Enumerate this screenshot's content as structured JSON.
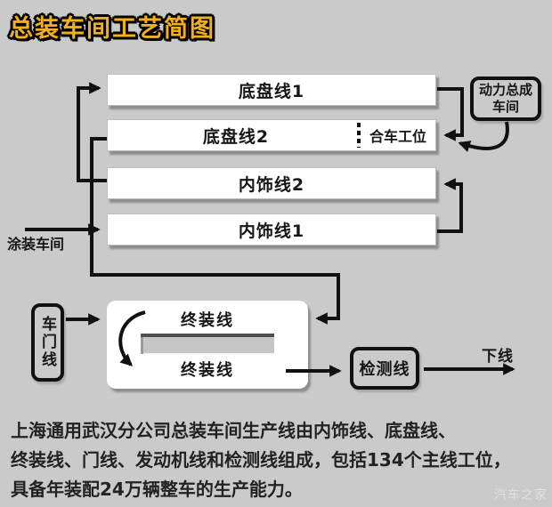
{
  "title": "总装车间工艺简图",
  "diagram": {
    "bars": [
      {
        "label": "底盘线1"
      },
      {
        "label": "底盘线2",
        "sub_label": "合车工位"
      },
      {
        "label": "内饰线2"
      },
      {
        "label": "内饰线1"
      }
    ],
    "power_box_label": "动力总成车间",
    "paint_label": "涂装车间",
    "door_box_label": "车门线",
    "final_box_top_label": "终装线",
    "final_box_bottom_label": "终装线",
    "inspect_box_label": "检测线",
    "offline_label": "下线"
  },
  "description": {
    "line1": "上海通用武汉分公司总装车间生产线由内饰线、底盘线、",
    "line2": "终装线、门线、发动机线和检测线组成，包括134个主线工位，",
    "line3": "具备年装配24万辆整车的生产能力。"
  },
  "watermark": "汽车之家",
  "colors": {
    "background": "#cacaca",
    "title_yellow": "#f3b01c",
    "line_black": "#111111",
    "bar_white": "#ffffff"
  }
}
